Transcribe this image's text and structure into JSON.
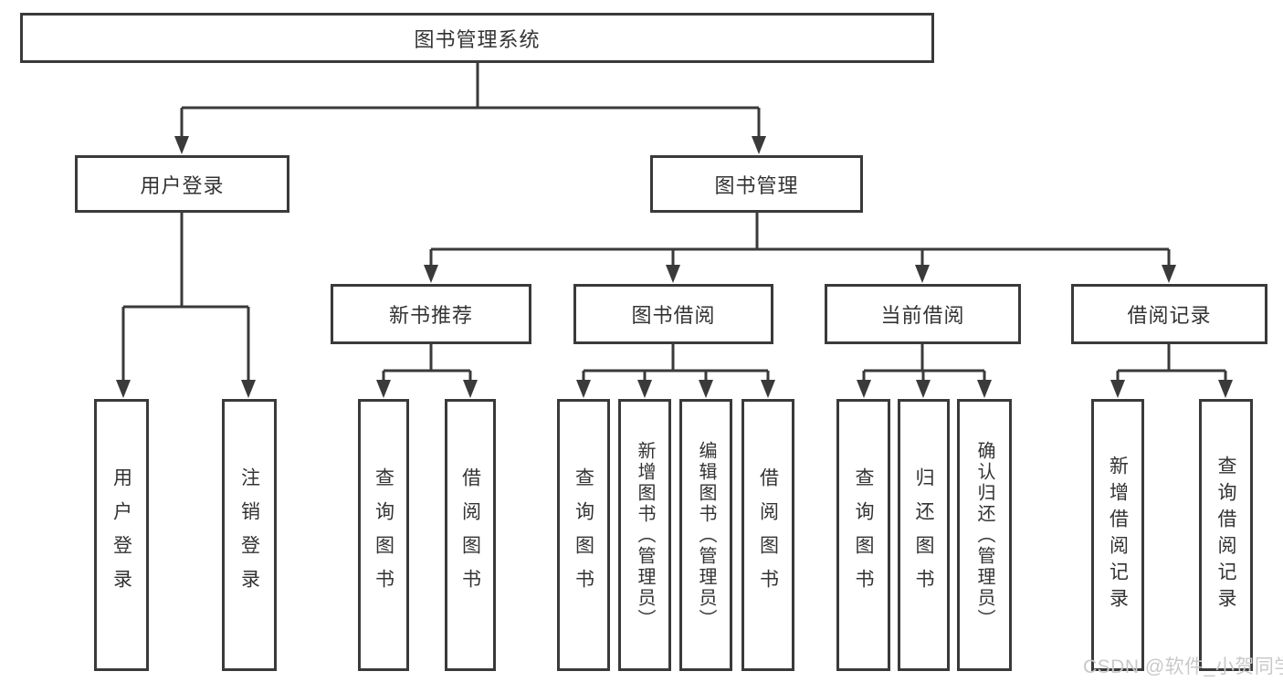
{
  "diagram": {
    "title": "图书管理系统",
    "root": {
      "label": "图书管理系统",
      "children": [
        {
          "label": "用户登录",
          "children": [
            {
              "label": "用户登录"
            },
            {
              "label": "注销登录"
            }
          ]
        },
        {
          "label": "图书管理",
          "children": [
            {
              "label": "新书推荐",
              "children": [
                {
                  "label": "查询图书"
                },
                {
                  "label": "借阅图书"
                }
              ]
            },
            {
              "label": "图书借阅",
              "children": [
                {
                  "label": "查询图书"
                },
                {
                  "label": "新增图书（管理员）"
                },
                {
                  "label": "编辑图书（管理员）"
                },
                {
                  "label": "借阅图书"
                }
              ]
            },
            {
              "label": "当前借阅",
              "children": [
                {
                  "label": "查询图书"
                },
                {
                  "label": "归还图书"
                },
                {
                  "label": "确认归还（管理员）"
                }
              ]
            },
            {
              "label": "借阅记录",
              "children": [
                {
                  "label": "新增借阅记录"
                },
                {
                  "label": "查询借阅记录"
                }
              ]
            }
          ]
        }
      ]
    },
    "watermark": "CSDN @软件_小贺同学"
  },
  "colors": {
    "line": "#3a3a3a",
    "box_border": "#3a3a3a",
    "text": "#333333",
    "watermark": "#c9c9c9",
    "background": "#ffffff"
  }
}
